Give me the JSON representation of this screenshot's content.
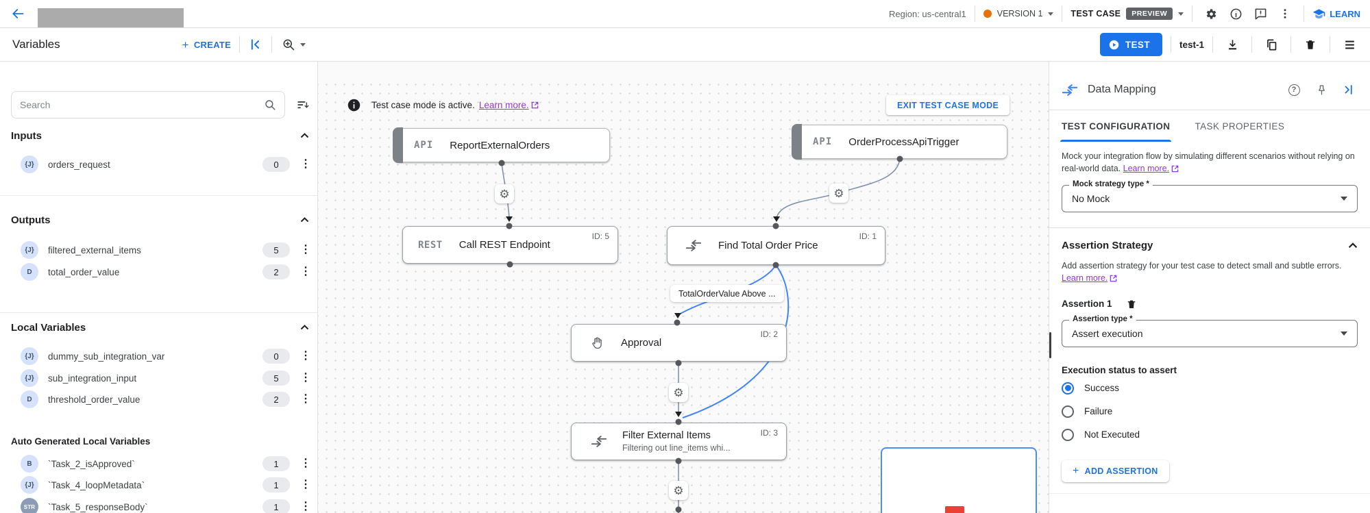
{
  "icons": {
    "gear_glyph": "⚙",
    "kebab_glyph": "⋮",
    "plus_glyph": "+",
    "help_glyph": "?"
  },
  "topbar": {
    "region": "Region: us-central1",
    "version": "VERSION 1",
    "test_case": "TEST CASE",
    "preview": "PREVIEW",
    "learn": "LEARN"
  },
  "toolbar": {
    "title": "Variables",
    "create": "CREATE",
    "test": "TEST",
    "test_name": "test-1"
  },
  "sidebar": {
    "search_placeholder": "Search",
    "inputs": {
      "title": "Inputs",
      "items": [
        {
          "type": "{J}",
          "label": "orders_request",
          "count": "0"
        }
      ]
    },
    "outputs": {
      "title": "Outputs",
      "items": [
        {
          "type": "{J}",
          "label": "filtered_external_items",
          "count": "5"
        },
        {
          "type": "D",
          "label": "total_order_value",
          "count": "2"
        }
      ]
    },
    "locals": {
      "title": "Local Variables",
      "items": [
        {
          "type": "{J}",
          "label": "dummy_sub_integration_var",
          "count": "0"
        },
        {
          "type": "{J}",
          "label": "sub_integration_input",
          "count": "5"
        },
        {
          "type": "D",
          "label": "threshold_order_value",
          "count": "2"
        }
      ]
    },
    "auto": {
      "title": "Auto Generated Local Variables",
      "items": [
        {
          "type": "B",
          "label": "`Task_2_isApproved`",
          "count": "1"
        },
        {
          "type": "{J}",
          "label": "`Task_4_loopMetadata`",
          "count": "1"
        },
        {
          "type": "STR",
          "label": "`Task_5_responseBody`",
          "count": "1"
        }
      ]
    }
  },
  "canvas": {
    "banner_text": "Test case mode is active.",
    "banner_link": "Learn more.",
    "exit_button": "EXIT TEST CASE MODE",
    "edge_label": "TotalOrderValue Above ...",
    "nodes": {
      "report": {
        "tag": "API",
        "title": "ReportExternalOrders"
      },
      "trigger": {
        "tag": "API",
        "title": "OrderProcessApiTrigger"
      },
      "rest": {
        "tag": "REST",
        "title": "Call REST Endpoint",
        "id": "ID: 5"
      },
      "find": {
        "title": "Find Total Order Price",
        "id": "ID: 1"
      },
      "approval": {
        "title": "Approval",
        "id": "ID: 2"
      },
      "filter": {
        "title": "Filter External Items",
        "subtitle": "Filtering out line_items whi...",
        "id": "ID: 3"
      }
    }
  },
  "panel": {
    "title": "Data Mapping",
    "tabs": [
      "TEST CONFIGURATION",
      "TASK PROPERTIES"
    ],
    "mock_description": "Mock your integration flow by simulating different scenarios without relying on real-world data.",
    "mock_link": "Learn more.",
    "mock_label": "Mock strategy type *",
    "mock_value": "No Mock",
    "assertion": {
      "title": "Assertion Strategy",
      "description": "Add assertion strategy for your test case to detect small and subtle errors.",
      "link": "Learn more.",
      "item_title": "Assertion 1",
      "type_label": "Assertion type *",
      "type_value": "Assert execution",
      "status_label": "Execution status to assert",
      "options": [
        "Success",
        "Failure",
        "Not Executed"
      ],
      "selected_option": "Success",
      "add_button": "ADD ASSERTION"
    }
  }
}
